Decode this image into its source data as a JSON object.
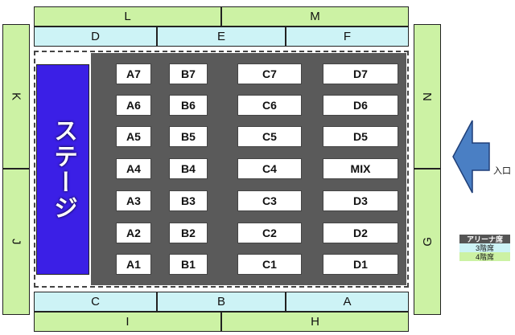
{
  "blocks": {
    "L": "L",
    "M": "M",
    "D": "D",
    "E": "E",
    "F": "F",
    "K": "K",
    "J": "J",
    "N": "N",
    "G": "G",
    "C": "C",
    "B": "B",
    "A": "A",
    "I": "I",
    "H": "H"
  },
  "stage_label": "ステージ",
  "seats": {
    "a": [
      "A7",
      "A6",
      "A5",
      "A4",
      "A3",
      "A2",
      "A1"
    ],
    "b": [
      "B7",
      "B6",
      "B5",
      "B4",
      "B3",
      "B2",
      "B1"
    ],
    "c": [
      "C7",
      "C6",
      "C5",
      "C4",
      "C3",
      "C2",
      "C1"
    ],
    "d": [
      "D7",
      "D6",
      "D5",
      "MIX",
      "D3",
      "D2",
      "D1"
    ]
  },
  "entrance_label": "入口",
  "legend": {
    "arena": "アリーナ席",
    "floor3": "3階席",
    "floor4": "4階席"
  },
  "colors": {
    "stage": "#3b1fe6",
    "arena_floor": "#5a5a5a",
    "floor3": "#cdf3f6",
    "floor4": "#ccf2a4",
    "entrance_arrow": "#4a7fc4"
  }
}
